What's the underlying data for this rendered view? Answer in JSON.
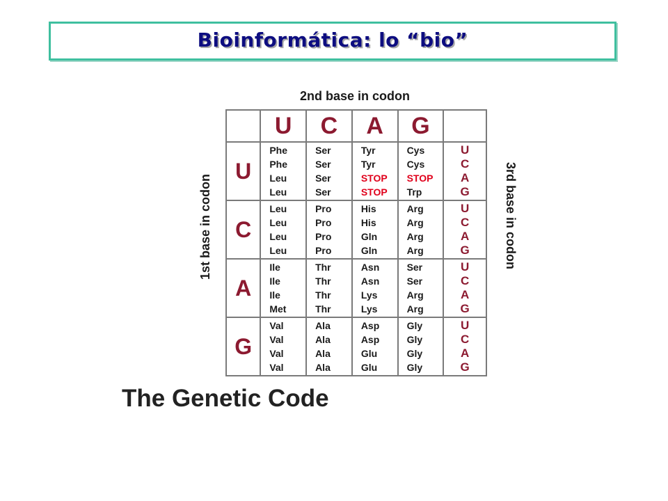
{
  "slide": {
    "title": "Bioinformática: lo “bio”",
    "caption": "The Genetic Code"
  },
  "table": {
    "top_axis_label": "2nd base in codon",
    "left_axis_label": "1st base in codon",
    "right_axis_label": "3rd base in codon",
    "second_bases": [
      "U",
      "C",
      "A",
      "G"
    ],
    "rows": [
      {
        "first": "U",
        "cols": [
          [
            "Phe",
            "Phe",
            "Leu",
            "Leu"
          ],
          [
            "Ser",
            "Ser",
            "Ser",
            "Ser"
          ],
          [
            "Tyr",
            "Tyr",
            "STOP",
            "STOP"
          ],
          [
            "Cys",
            "Cys",
            "STOP",
            "Trp"
          ]
        ],
        "third": [
          "U",
          "C",
          "A",
          "G"
        ]
      },
      {
        "first": "C",
        "cols": [
          [
            "Leu",
            "Leu",
            "Leu",
            "Leu"
          ],
          [
            "Pro",
            "Pro",
            "Pro",
            "Pro"
          ],
          [
            "His",
            "His",
            "Gln",
            "Gln"
          ],
          [
            "Arg",
            "Arg",
            "Arg",
            "Arg"
          ]
        ],
        "third": [
          "U",
          "C",
          "A",
          "G"
        ]
      },
      {
        "first": "A",
        "cols": [
          [
            "Ile",
            "Ile",
            "Ile",
            "Met"
          ],
          [
            "Thr",
            "Thr",
            "Thr",
            "Thr"
          ],
          [
            "Asn",
            "Asn",
            "Lys",
            "Lys"
          ],
          [
            "Ser",
            "Ser",
            "Arg",
            "Arg"
          ]
        ],
        "third": [
          "U",
          "C",
          "A",
          "G"
        ]
      },
      {
        "first": "G",
        "cols": [
          [
            "Val",
            "Val",
            "Val",
            "Val"
          ],
          [
            "Ala",
            "Ala",
            "Ala",
            "Ala"
          ],
          [
            "Asp",
            "Asp",
            "Glu",
            "Glu"
          ],
          [
            "Gly",
            "Gly",
            "Gly",
            "Gly"
          ]
        ],
        "third": [
          "U",
          "C",
          "A",
          "G"
        ]
      }
    ],
    "colors": {
      "base_letters": "#8c1a30",
      "stop": "#e0001b",
      "amino_acids": "#1a1a1a"
    }
  }
}
